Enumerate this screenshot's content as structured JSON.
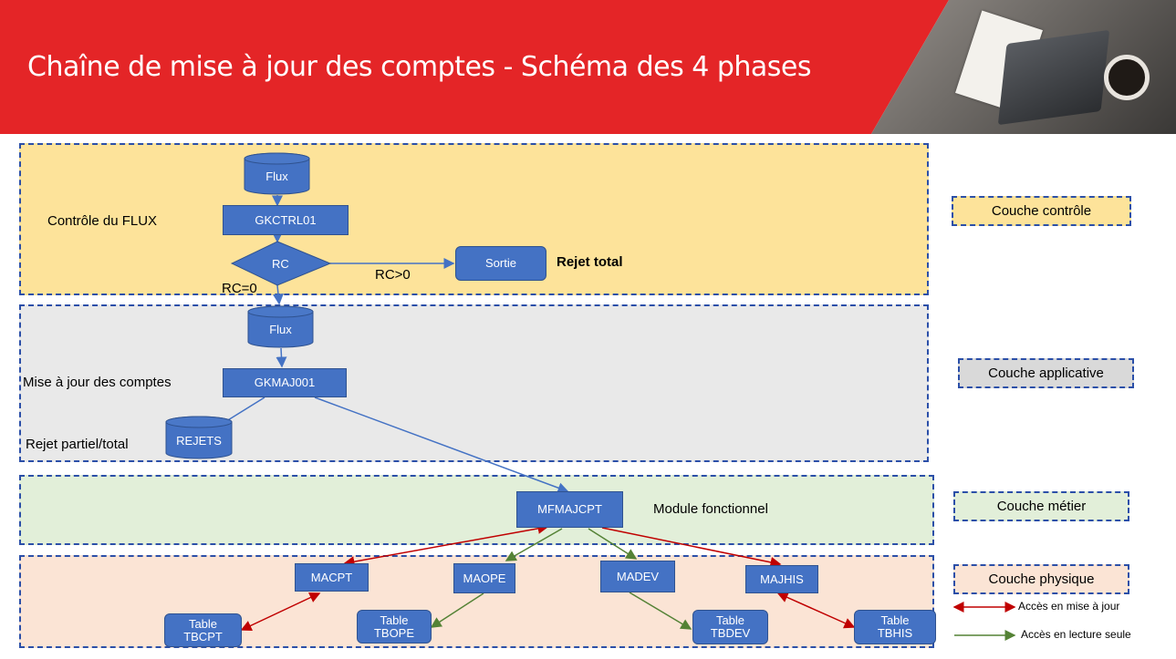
{
  "header": {
    "title": "Chaîne de mise à jour des comptes   -  Schéma des 4 phases"
  },
  "colors": {
    "header_red": "#e42527",
    "box_blue": "#4472c4",
    "control": "#fde39a",
    "application": "#e9e9e9",
    "metier": "#e2efd9",
    "physique": "#fbe4d5",
    "update_arrow": "#c00000",
    "read_arrow": "#548235"
  },
  "control": {
    "flux": "Flux",
    "program": "GKCTRL01",
    "label": "Contrôle du FLUX",
    "decision": "RC",
    "branch_positive": "RC>0",
    "branch_zero": "RC=0",
    "exit": "Sortie",
    "exit_note": "Rejet total"
  },
  "application": {
    "flux": "Flux",
    "program": "GKMAJ001",
    "label": "Mise à jour des comptes",
    "rejects": "REJETS",
    "rejects_label": "Rejet partiel/total"
  },
  "metier": {
    "module": "MFMAJCPT",
    "module_label": "Module fonctionnel"
  },
  "physique": {
    "modules": [
      "MACPT",
      "MAOPE",
      "MADEV",
      "MAJHIS"
    ],
    "tables": [
      {
        "line1": "Table",
        "line2": "TBCPT"
      },
      {
        "line1": "Table",
        "line2": "TBOPE"
      },
      {
        "line1": "Table",
        "line2": "TBDEV"
      },
      {
        "line1": "Table",
        "line2": "TBHIS"
      }
    ]
  },
  "layers": {
    "control": "Couche contrôle",
    "application": "Couche applicative",
    "metier": "Couche métier",
    "physique": "Couche physique"
  },
  "legend": {
    "update": "Accès en mise à jour",
    "read": "Accès en lecture seule"
  }
}
